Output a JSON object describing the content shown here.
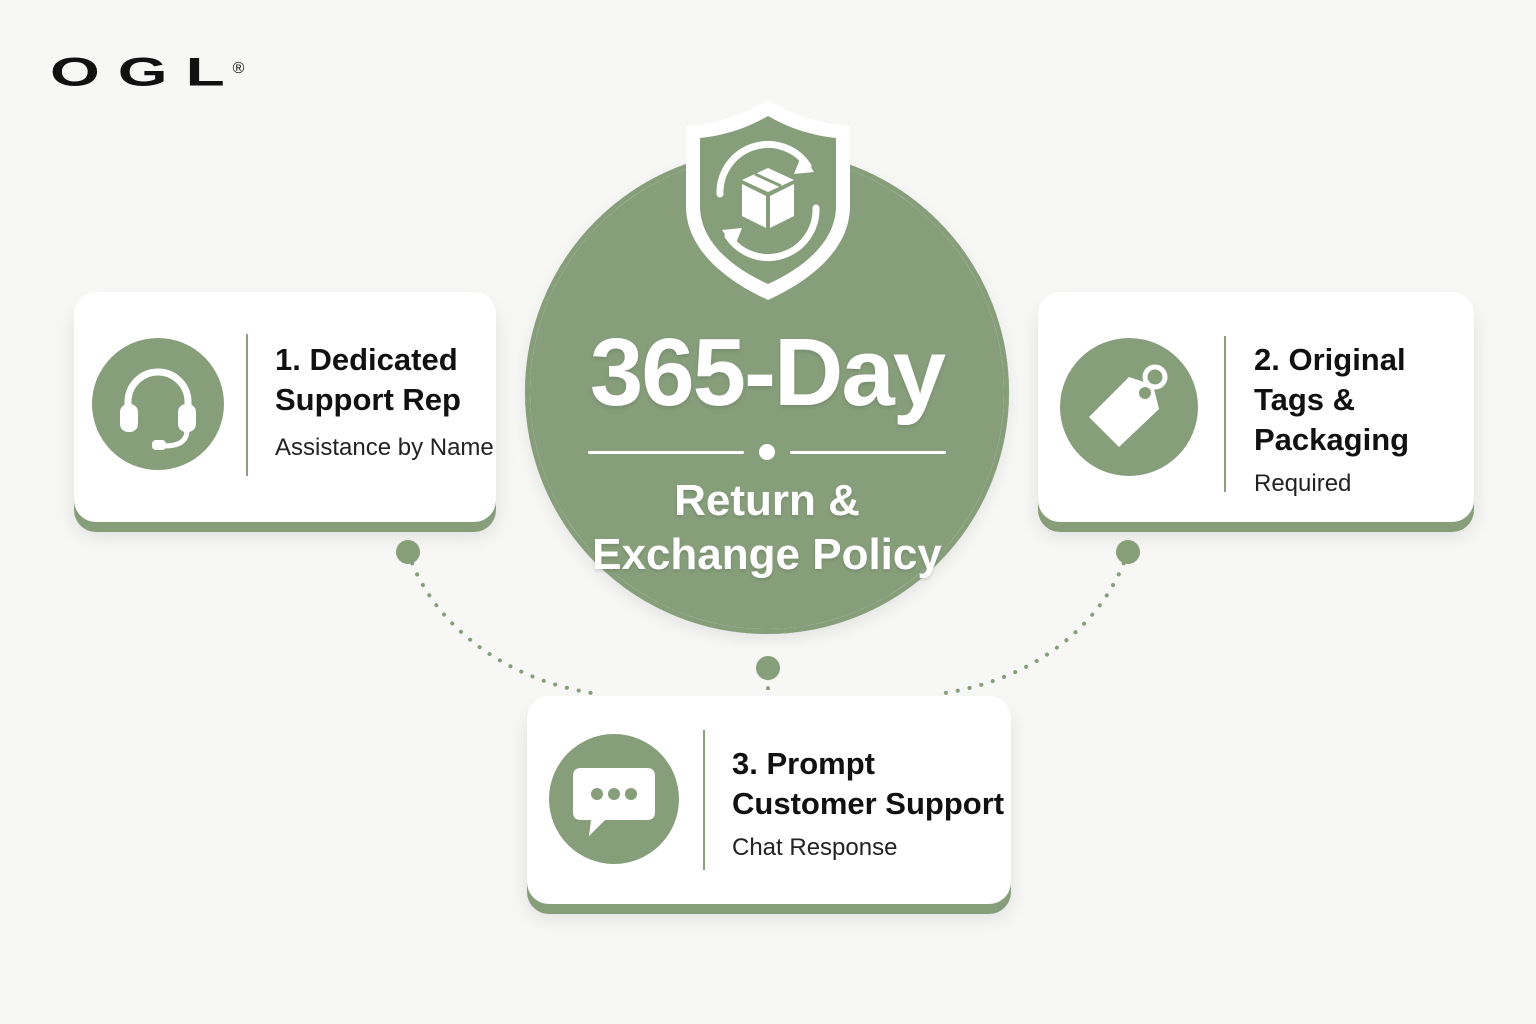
{
  "brand": {
    "logo_text": "OGL",
    "registered_mark": "®"
  },
  "center": {
    "icon": "shield-box-return-icon",
    "headline": "365-Day",
    "subline_1": "Return &",
    "subline_2": "Exchange Policy"
  },
  "cards": [
    {
      "icon": "headset-icon",
      "title_line_1": "1. Dedicated",
      "title_line_2": "Support Rep",
      "subtitle": "Assistance by Name"
    },
    {
      "icon": "price-tag-icon",
      "title_line_1": "2. Original",
      "title_line_2": "Tags &",
      "title_line_3": "Packaging",
      "subtitle": "Required"
    },
    {
      "icon": "chat-bubble-icon",
      "title_line_1": "3. Prompt",
      "title_line_2": "Customer Support",
      "subtitle": "Chat Response"
    }
  ],
  "colors": {
    "accent": "#879e7b",
    "background": "#f7f7f6",
    "card": "#ffffff",
    "text": "#111111"
  }
}
